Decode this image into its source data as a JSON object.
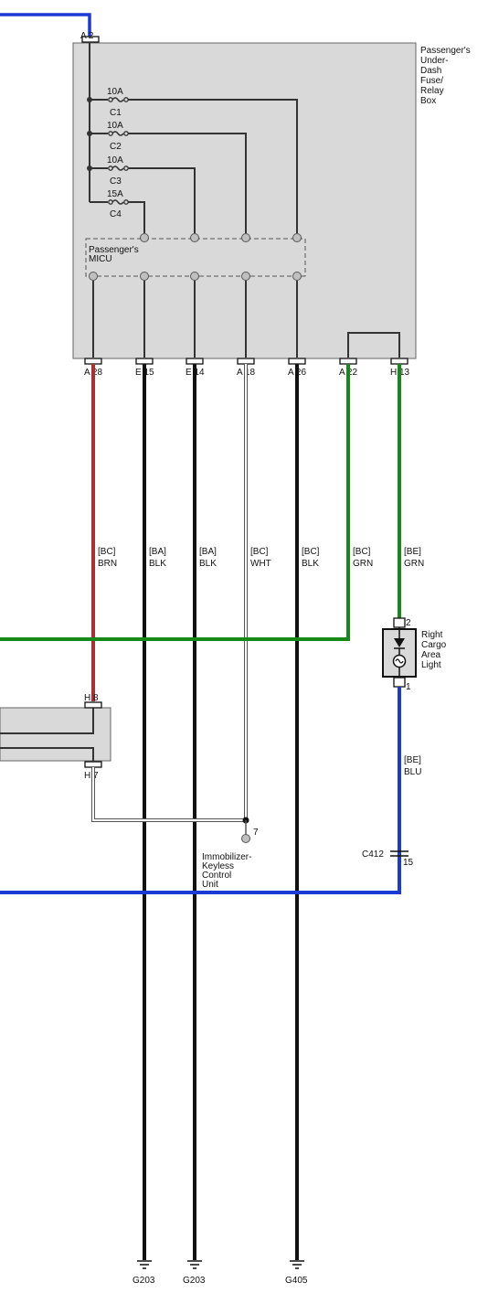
{
  "fuse_box": {
    "label_lines": [
      "Passenger's",
      "Under-",
      "Dash",
      "Fuse/",
      "Relay",
      "Box"
    ],
    "input_terminal": "A 2",
    "fuses": [
      {
        "rating": "10A",
        "id": "C1"
      },
      {
        "rating": "10A",
        "id": "C2"
      },
      {
        "rating": "10A",
        "id": "C3"
      },
      {
        "rating": "15A",
        "id": "C4"
      }
    ],
    "micu_label_lines": [
      "Passenger's",
      "MICU"
    ],
    "output_terminals": [
      "A 28",
      "E 15",
      "E 14",
      "A 18",
      "A 26",
      "A 22",
      "H 13"
    ]
  },
  "wires": [
    {
      "code": "[BC]",
      "color_name": "BRN",
      "stroke": "#a83232"
    },
    {
      "code": "[BA]",
      "color_name": "BLK",
      "stroke": "#111111"
    },
    {
      "code": "[BA]",
      "color_name": "BLK",
      "stroke": "#111111"
    },
    {
      "code": "[BC]",
      "color_name": "WHT",
      "stroke": "#ffffff"
    },
    {
      "code": "[BC]",
      "color_name": "BLK",
      "stroke": "#111111"
    },
    {
      "code": "[BC]",
      "color_name": "GRN",
      "stroke": "#168a16"
    },
    {
      "code": "[BE]",
      "color_name": "GRN",
      "stroke": "#168a16"
    }
  ],
  "cargo_light": {
    "label_lines": [
      "Right",
      "Cargo",
      "Area",
      "Light"
    ],
    "pin_top": "2",
    "pin_bottom": "1",
    "output_wire": {
      "code": "[BE]",
      "color_name": "BLU"
    }
  },
  "left_connector": {
    "terminal_top": "H 8",
    "terminal_bottom": "H 7"
  },
  "immobilizer": {
    "pin": "7",
    "label_lines": [
      "Immobilizer-",
      "Keyless",
      "Control",
      "Unit"
    ]
  },
  "splice": {
    "id": "C412",
    "pin": "15"
  },
  "grounds": [
    "G203",
    "G203",
    "G405"
  ],
  "colors": {
    "blue": "#1a3ad6",
    "green": "#168a16",
    "brown": "#a83232",
    "black": "#111111",
    "box_fill": "#d9d9d9"
  }
}
